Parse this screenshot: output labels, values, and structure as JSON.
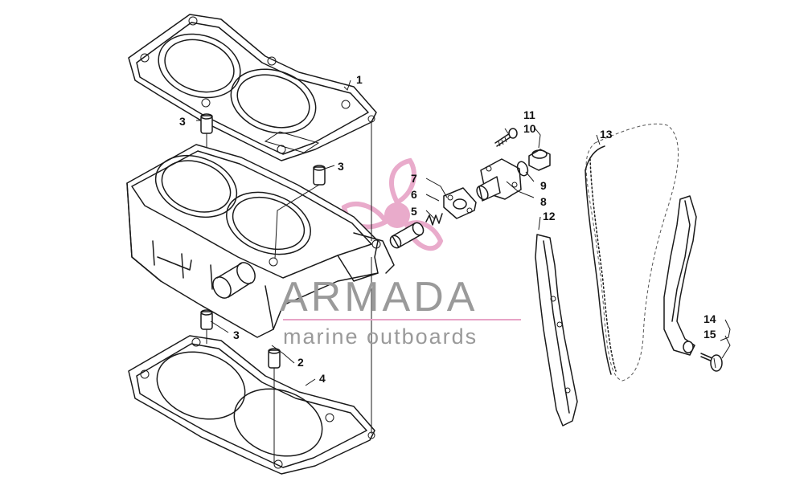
{
  "callouts": [
    "1",
    "2",
    "3",
    "3",
    "3",
    "4",
    "5",
    "6",
    "7",
    "8",
    "9",
    "10",
    "11",
    "12",
    "13",
    "14",
    "15"
  ],
  "watermark": {
    "brand": "ARMADA",
    "tagline": "marine outboards",
    "logo_icon": "propeller-icon",
    "color": "#e7a3c6"
  }
}
